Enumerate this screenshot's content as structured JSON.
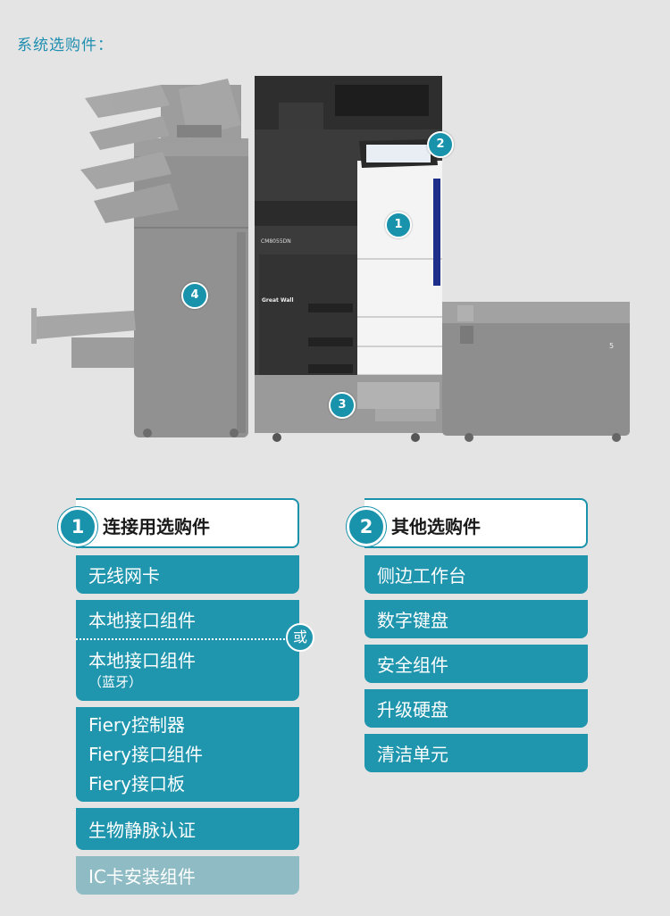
{
  "page": {
    "title": "系统选购件："
  },
  "illustration": {
    "model_label": "CM8055DN",
    "brand_label": "Great Wall",
    "tray_label": "5",
    "badges": [
      "1",
      "2",
      "3",
      "4"
    ]
  },
  "categories": [
    {
      "number": "1",
      "title": "连接用选购件",
      "wireless": "无线网卡",
      "local_interface": "本地接口组件",
      "local_interface_bt": "本地接口组件",
      "local_interface_bt_sub": "（蓝牙）",
      "or_label": "或",
      "fiery": [
        "Fiery控制器",
        "Fiery接口组件",
        "Fiery接口板"
      ],
      "biometric": "生物静脉认证",
      "ic_card": "IC卡安装组件"
    },
    {
      "number": "2",
      "title": "其他选购件",
      "items": [
        "侧边工作台",
        "数字键盘",
        "安全组件",
        "升级硬盘",
        "清洁单元"
      ]
    }
  ],
  "colors": {
    "accent": "#1f95ae",
    "disabled": "#8fbcc4",
    "title": "#1f8fb0"
  }
}
